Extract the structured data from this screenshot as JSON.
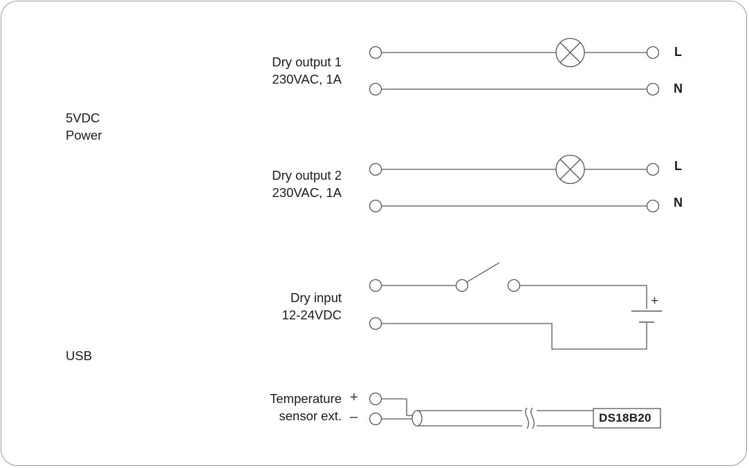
{
  "left_labels": {
    "power_line1": "5VDC",
    "power_line2": "Power",
    "usb": "USB"
  },
  "dry_output_1": {
    "line1": "Dry output 1",
    "line2": "230VAC, 1A",
    "terminal_top": "L",
    "terminal_bottom": "N"
  },
  "dry_output_2": {
    "line1": "Dry output 2",
    "line2": "230VAC, 1A",
    "terminal_top": "L",
    "terminal_bottom": "N"
  },
  "dry_input": {
    "line1": "Dry input",
    "line2": "12-24VDC",
    "battery_plus": "+"
  },
  "temp_sensor": {
    "line1": "Temperature",
    "line2": "sensor ext.",
    "plus": "+",
    "minus": "–",
    "chip": "DS18B20"
  },
  "colors": {
    "wire": "#555555",
    "frame": "#9a9a9a"
  },
  "icons": [
    "lamp-icon",
    "switch-icon",
    "battery-icon",
    "cable-icon"
  ]
}
